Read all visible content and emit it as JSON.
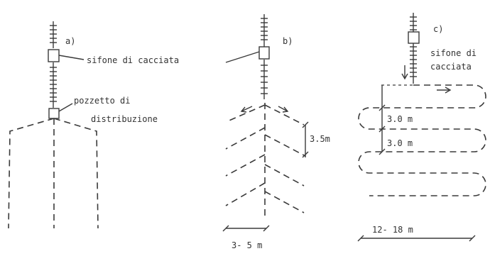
{
  "labels": {
    "panel_a": "a)",
    "panel_b": "b)",
    "panel_c": "c)",
    "siphon_a": "sifone di cacciata",
    "pozzetto_1": "pozzetto di",
    "pozzetto_2": "distribuzione",
    "spacing_b": "3.5m",
    "width_b": "3- 5 m",
    "siphon_c_1": "sifone di",
    "siphon_c_2": "cacciata",
    "row_spacing_1": "3.0 m",
    "row_spacing_2": "3.0 m",
    "width_c": "12- 18 m"
  }
}
